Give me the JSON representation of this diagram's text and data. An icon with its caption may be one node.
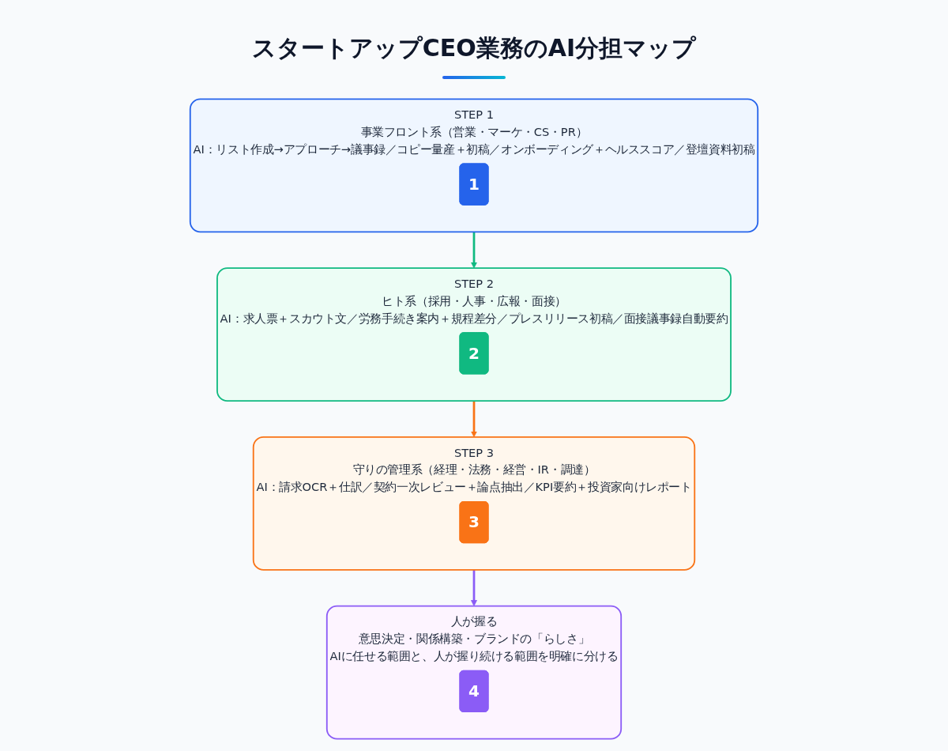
{
  "diagram": {
    "title": "スタートアップCEO業務のAI分担マップ",
    "nodes": [
      {
        "text": [
          "STEP 1",
          "事業フロント系（営業・マーケ・CS・PR）",
          "AI：リスト作成→アプローチ→議事録／コピー量産＋初稿／オンボーディング＋ヘルススコア／登壇資料初稿"
        ]
      },
      {
        "text": [
          "1"
        ],
        "in": 0
      },
      {
        "text": [
          "STEP 2",
          "ヒト系（採用・人事・広報・面接）",
          "AI：求人票＋スカウト文／労務手続き案内＋規程差分／プレスリリース初稿／面接議事録自動要約"
        ]
      },
      {
        "text": [
          "2"
        ],
        "in": 2
      },
      {
        "text": [
          "STEP 3",
          "守りの管理系（経理・法務・経営・IR・調達）",
          "AI：請求OCR＋仕訳／契約一次レビュー＋論点抽出／KPI要約＋投資家向けレポート"
        ]
      },
      {
        "text": [
          "3"
        ],
        "in": 4
      },
      {
        "text": [
          "人が握る",
          "意思決定・関係構築・ブランドの「らしさ」",
          "AIに任せる範囲と、人が握り続ける範囲を明確に分ける"
        ]
      },
      {
        "text": [
          "4"
        ],
        "in": 6
      }
    ],
    "edges": [
      {
        "from": 0,
        "to": 2,
        "arrow": "to",
        "color": "#10b981"
      },
      {
        "from": 2,
        "to": 4,
        "arrow": "to",
        "color": "#f97316"
      },
      {
        "from": 4,
        "to": 6,
        "arrow": "to",
        "color": "#8b5cf6"
      }
    ]
  }
}
